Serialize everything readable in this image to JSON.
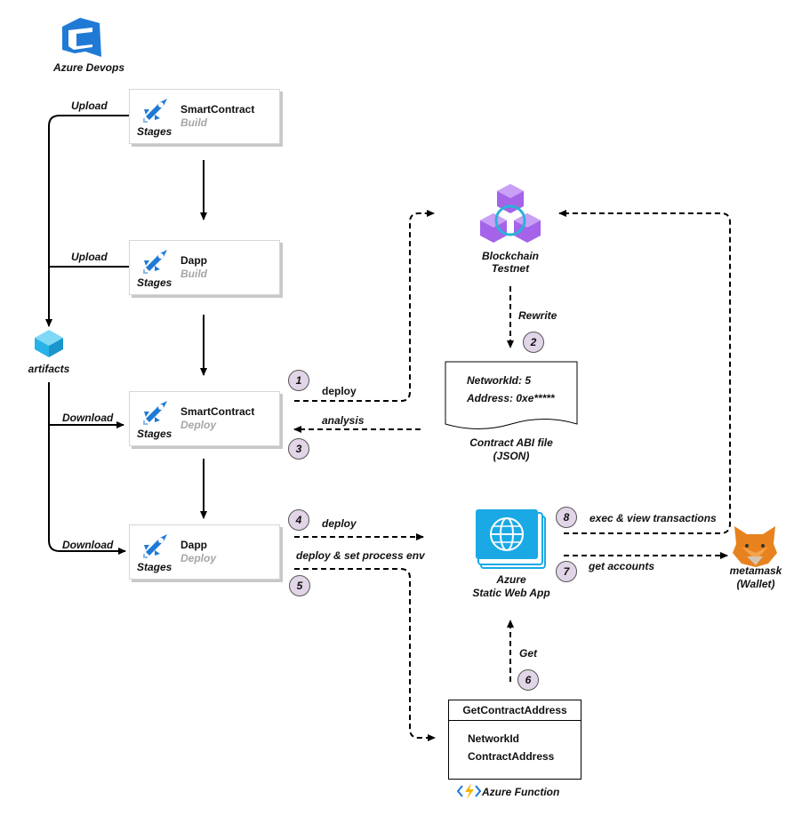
{
  "azure_devops": {
    "label": "Azure Devops"
  },
  "stages": {
    "sc_build": {
      "title": "SmartContract",
      "sub": "Build",
      "stages": "Stages"
    },
    "dapp_build": {
      "title": "Dapp",
      "sub": "Build",
      "stages": "Stages"
    },
    "sc_deploy": {
      "title": "SmartContract",
      "sub": "Deploy",
      "stages": "Stages"
    },
    "dapp_deploy": {
      "title": "Dapp",
      "sub": "Deploy",
      "stages": "Stages"
    }
  },
  "artifacts": {
    "label": "artifacts"
  },
  "edges": {
    "upload_1": "Upload",
    "upload_2": "Upload",
    "download_1": "Download",
    "download_2": "Download",
    "deploy_1": "deploy",
    "analysis": "analysis",
    "deploy_4": "deploy",
    "deploy_env": "deploy & set process env",
    "rewrite": "Rewrite",
    "get": "Get",
    "exec": "exec & view transactions",
    "get_accounts": "get accounts"
  },
  "badges": [
    "1",
    "2",
    "3",
    "4",
    "5",
    "6",
    "7",
    "8"
  ],
  "blockchain": {
    "line1": "Blockchain",
    "line2": "Testnet"
  },
  "abi_file": {
    "network_line": "NetworkId: 5",
    "address_line": "Address: 0xe*****",
    "caption1": "Contract ABI file",
    "caption2": "(JSON)"
  },
  "static_web_app": {
    "line1": "Azure",
    "line2": "Static Web App"
  },
  "metamask": {
    "line1": "metamask",
    "line2": "(Wallet)"
  },
  "azure_function": {
    "header": "GetContractAddress",
    "field1": "NetworkId",
    "field2": "ContractAddress",
    "caption": "Azure Function"
  },
  "colors": {
    "azure_blue": "#1f7ad6",
    "artifact_blue": "#27b3e8",
    "blockchain_purple": "#a463e8",
    "badge_fill": "#e1d5e7",
    "static_web_cyan": "#1aa9e5",
    "metamask_orange": "#e8821e"
  }
}
